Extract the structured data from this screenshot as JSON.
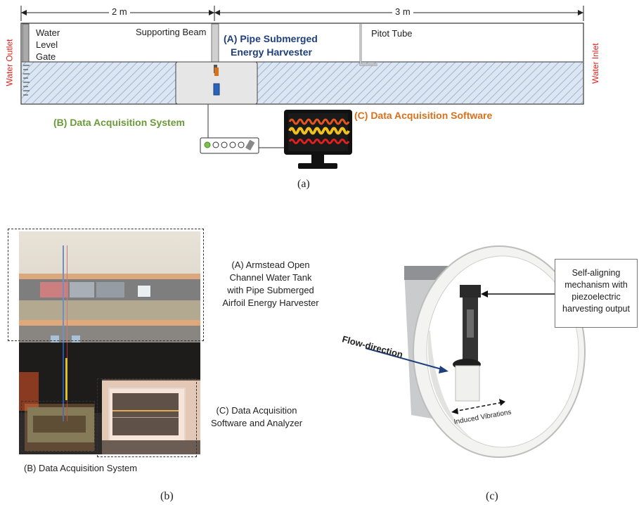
{
  "panel_a": {
    "dim_left": "2 m",
    "dim_right": "3 m",
    "water_outlet": "Water Outlet",
    "water_inlet": "Water Inlet",
    "gate_label_1": "Water",
    "gate_label_2": "Level",
    "gate_label_3": "Gate",
    "beam_label": "Supporting Beam",
    "harvester_label_1": "(A) Pipe Submerged",
    "harvester_label_2": "Energy Harvester",
    "pitot_label": "Pitot Tube",
    "daq_label": "(B) Data Acquisition System",
    "software_label": "(C) Data Acquisition Software",
    "caption": "(a)",
    "colors": {
      "blue": "#1f3f7a",
      "green": "#6a9a3a",
      "orange": "#d9701c",
      "red": "#e0201b",
      "water": "#c9d7e8"
    }
  },
  "panel_b": {
    "label_a_1": "(A) Armstead Open",
    "label_a_2": "Channel Water Tank",
    "label_a_3": "with Pipe Submerged",
    "label_a_4": "Airfoil Energy Harvester",
    "label_c_1": "(C) Data Acquisition",
    "label_c_2": "Software and Analyzer",
    "label_b": "(B) Data Acquisition System",
    "caption": "(b)"
  },
  "panel_c": {
    "callout_1": "Self-aligning",
    "callout_2": "mechanism with",
    "callout_3": "piezoelectric",
    "callout_4": "harvesting output",
    "flow_label": "Flow-direction",
    "vibration_label": "Induced Vibrations",
    "caption": "(c)"
  }
}
